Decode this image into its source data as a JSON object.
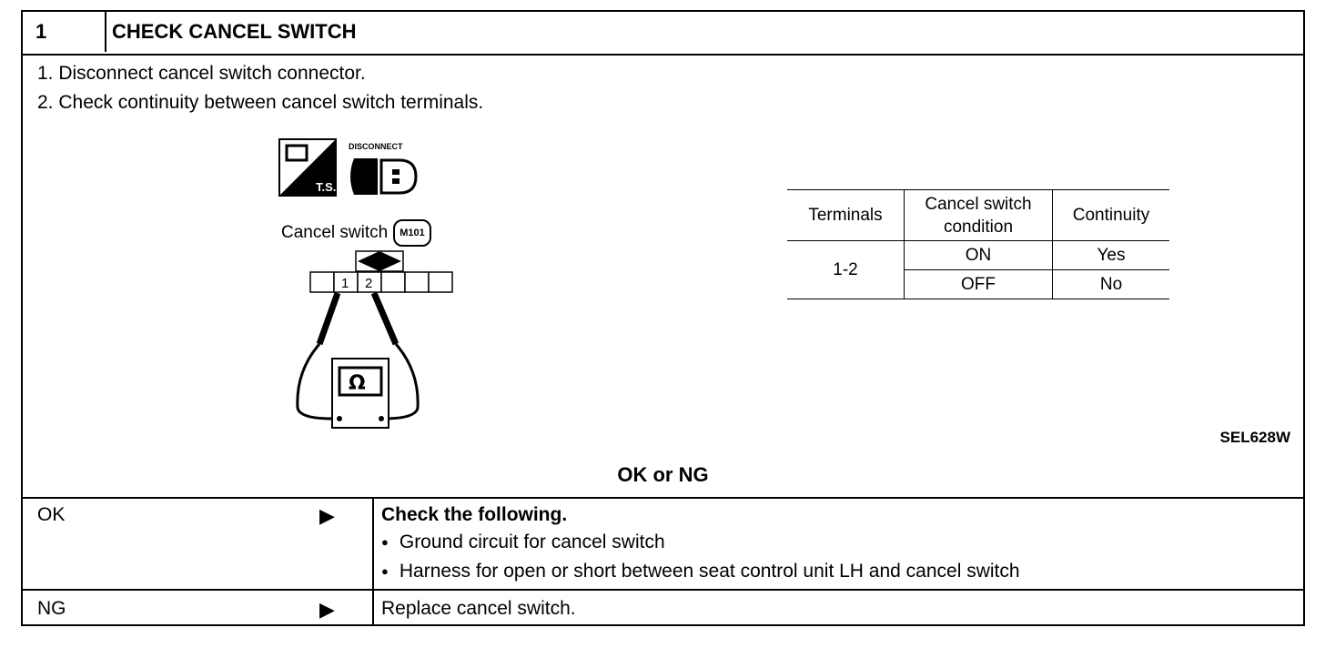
{
  "header": {
    "step_number": "1",
    "title": "CHECK CANCEL SWITCH"
  },
  "steps": [
    "1.  Disconnect cancel switch connector.",
    "2.  Check continuity between cancel switch terminals."
  ],
  "diagram": {
    "ts_label": "T.S.",
    "disconnect_label": "DISCONNECT",
    "cancel_switch_label": "Cancel switch",
    "connector_id": "M101",
    "pins": [
      "1",
      "2"
    ],
    "meter_symbol": "Ω"
  },
  "spec_table": {
    "headers": [
      "Terminals",
      "Cancel switch condition",
      "Continuity"
    ],
    "terminal": "1-2",
    "rows": [
      {
        "condition": "ON",
        "continuity": "Yes"
      },
      {
        "condition": "OFF",
        "continuity": "No"
      }
    ]
  },
  "ref_code": "SEL628W",
  "ok_or_ng": "OK or NG",
  "results": {
    "ok": {
      "label": "OK",
      "title": "Check the following.",
      "items": [
        "Ground circuit for cancel switch",
        "Harness for open or short between seat control unit LH and cancel switch"
      ]
    },
    "ng": {
      "label": "NG",
      "text": "Replace cancel switch."
    }
  }
}
